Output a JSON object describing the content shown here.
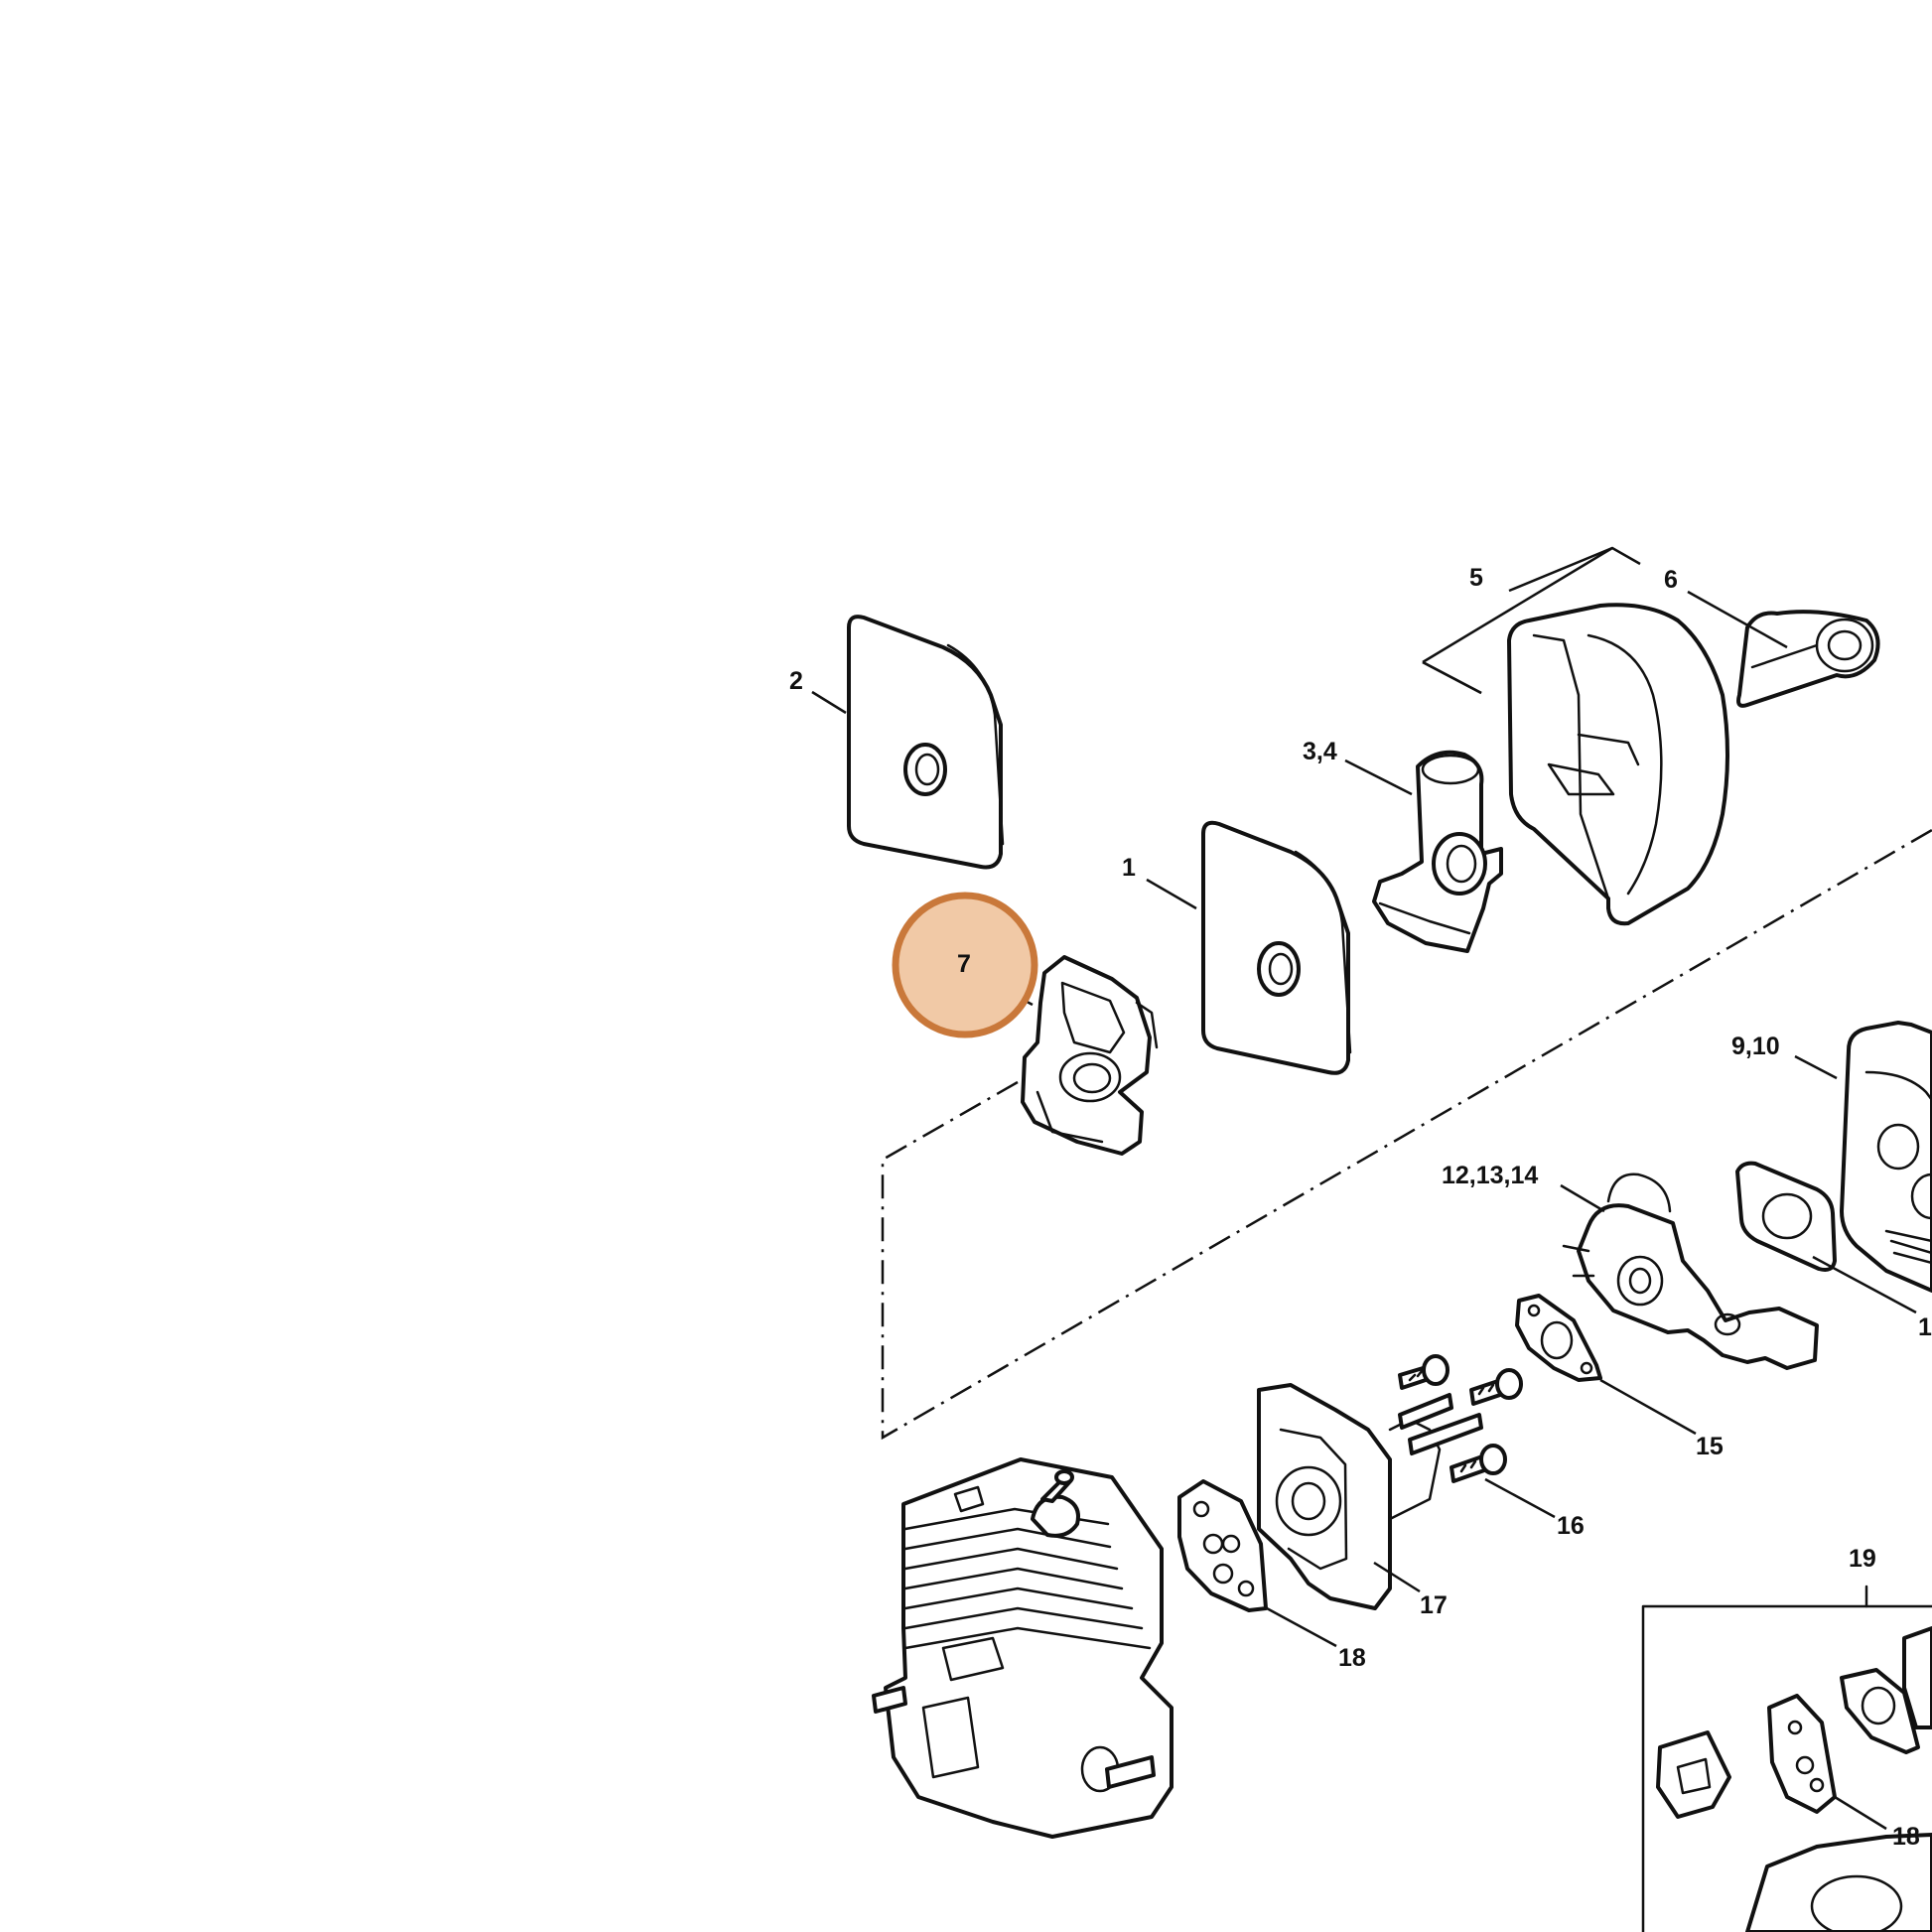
{
  "diagram": {
    "highlight_color": "#c9783a",
    "highlight_fill": "#f1c9a6",
    "highlighted_callout": "7",
    "callouts": {
      "c1": "1",
      "c2": "2",
      "c34": "3,4",
      "c5": "5",
      "c6": "6",
      "c7": "7",
      "c910": "9,10",
      "c121314": "12,13,14",
      "c15": "15",
      "c16": "16",
      "c17": "17",
      "c18a": "18",
      "c18b": "18",
      "c19": "19",
      "c1x": "1"
    }
  }
}
